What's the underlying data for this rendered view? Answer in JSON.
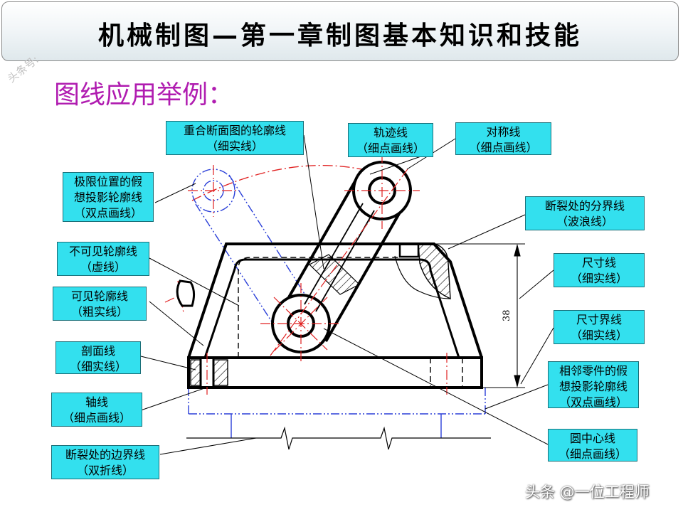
{
  "header": {
    "title": "机械制图—第一章制图基本知识和技能"
  },
  "subtitle": "图线应用举例：",
  "watermark_left": "头条号:",
  "dimension_value": "38",
  "callouts": {
    "section_outline": {
      "line1": "重合断面图的轮廓线",
      "line2": "（细实线）"
    },
    "trajectory": {
      "line1": "轨迹线",
      "line2": "（细点画线）"
    },
    "symmetry": {
      "line1": "对称线",
      "line2": "（细点画线）"
    },
    "extreme_position": {
      "line1": "极限位置的假",
      "line2": "想投影轮廓线",
      "line3": "（双点画线）"
    },
    "break_boundary_wavy": {
      "line1": "断裂处的分界线",
      "line2": "（波浪线）"
    },
    "hidden_outline": {
      "line1": "不可见轮廓线",
      "line2": "（虚线）"
    },
    "dimension_line": {
      "line1": "尺寸线",
      "line2": "（细实线）"
    },
    "visible_outline": {
      "line1": "可见轮廓线",
      "line2": "（粗实线）"
    },
    "extension_line": {
      "line1": "尺寸界线",
      "line2": "（细实线）"
    },
    "hatch_line": {
      "line1": "剖面线",
      "line2": "（细实线）"
    },
    "adjacent_part": {
      "line1": "相邻零件的假",
      "line2": "想投影轮廓线",
      "line3": "（双点画线）"
    },
    "axis_line": {
      "line1": "轴线",
      "line2": "（细点画线）"
    },
    "center_line": {
      "line1": "圆中心线",
      "line2": "（细点画线）"
    },
    "break_boundary_zigzag": {
      "line1": "断裂处的边界线",
      "line2": "（双折线）"
    }
  },
  "footer_watermark": "头条 @一位工程师",
  "colors": {
    "callout_bg": "#33e0ee",
    "subtitle": "#b01cb0",
    "center_line": "#e02020",
    "phantom_line": "#2a3fd8",
    "outline": "#000000"
  }
}
